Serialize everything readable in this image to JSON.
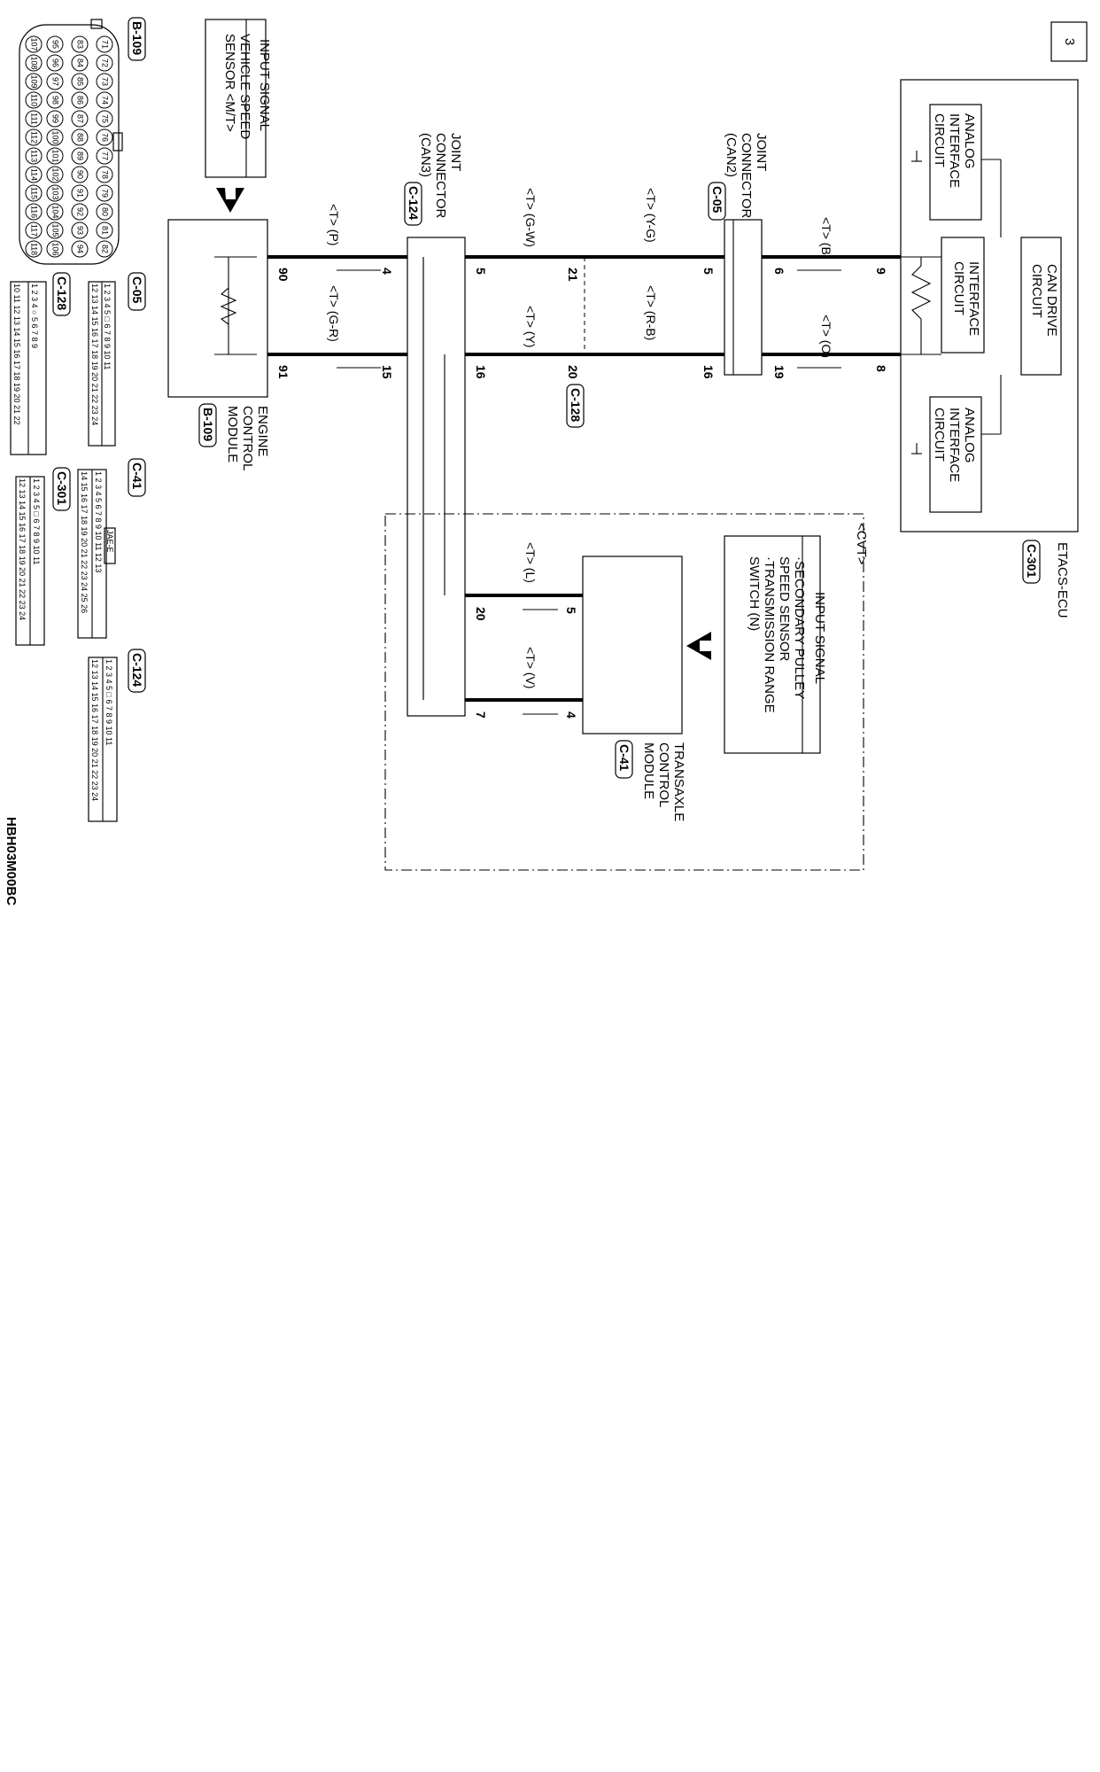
{
  "page_number": "3",
  "diagram_code": "HBH03M00BC",
  "etacs": {
    "name": "ETACS-ECU",
    "connector": "C-301",
    "analog_top": [
      "ANALOG",
      "INTERFACE",
      "CIRCUIT"
    ],
    "interface": [
      "INTERFACE",
      "CIRCUIT"
    ],
    "can_drive": [
      "CAN DRIVE",
      "CIRCUIT"
    ],
    "analog_bottom": [
      "ANALOG",
      "INTERFACE",
      "CIRCUIT"
    ],
    "pin_hi": "9",
    "pin_lo": "8"
  },
  "can2": {
    "lines": [
      "JOINT",
      "CONNECTOR",
      "(CAN2)"
    ],
    "connector": "C-05",
    "pins_right": [
      "6",
      "19"
    ],
    "pins_left": [
      "5",
      "16"
    ]
  },
  "can3": {
    "lines": [
      "JOINT",
      "CONNECTOR",
      "(CAN3)"
    ],
    "connector": "C-124",
    "pins_top": [
      "5",
      "16"
    ],
    "pins_bottom": [
      "4",
      "15"
    ],
    "pins_cvt": [
      "20",
      "7"
    ]
  },
  "c128": {
    "connector": "C-128",
    "pin_hi": "21",
    "pin_lo": "20"
  },
  "ecm": {
    "lines": [
      "ENGINE",
      "CONTROL",
      "MODULE"
    ],
    "connector": "B-109",
    "pin_hi": "90",
    "pin_lo": "91"
  },
  "input_vss": [
    "INPUT SIGNAL",
    "VEHICLE SPEED",
    "SENSOR <M/T>"
  ],
  "cvt": {
    "tag": "<CVT>",
    "input": [
      "INPUT SIGNAL",
      "·SECONDARY PULLEY",
      "SPEED SENSOR",
      "·TRANSMISSION RANGE",
      "SWITCH (N)"
    ],
    "tcm_lines": [
      "TRANSAXLE",
      "CONTROL",
      "MODULE"
    ],
    "tcm_connector": "C-41",
    "pin_hi": "5",
    "pin_lo": "4"
  },
  "wires": {
    "etacs_hi": "<T> (B)",
    "etacs_lo": "<T> (O)",
    "mid_hi": "<T> (Y-G)",
    "mid_lo": "<T> (R-B)",
    "can3_hi": "<T> (G-W)",
    "can3_lo": "<T> (Y)",
    "ecm_hi": "<T> (P)",
    "ecm_lo": "<T> (G-R)",
    "cvt_hi": "<T> (L)",
    "cvt_lo": "<T> (V)"
  },
  "views": {
    "b109": {
      "label": "B-109",
      "rows": [
        [
          "71",
          "72",
          "73",
          "74",
          "75",
          "76",
          "77",
          "78",
          "79",
          "80",
          "81",
          "82"
        ],
        [
          "83",
          "84",
          "85",
          "86",
          "87",
          "88",
          "89",
          "90",
          "91",
          "92",
          "93",
          "94"
        ],
        [
          "95",
          "96",
          "97",
          "98",
          "99",
          "100",
          "101",
          "102",
          "103",
          "104",
          "105",
          "106"
        ],
        [
          "107",
          "108",
          "109",
          "110",
          "111",
          "112",
          "113",
          "114",
          "115",
          "116",
          "117",
          "118"
        ]
      ]
    },
    "c05": {
      "label": "C-05",
      "row1": "1 2 3 4 5 □ 6 7 8 9 10 11",
      "row2": "12 13 14 15 16 17 18 19 20 21 22 23 24"
    },
    "c128": {
      "label": "C-128",
      "row1": "1 2 3 4 ○ 5 6 7 8 9",
      "row2": "10 11 12 13 14 15 16 17 18 19 20 21 22"
    },
    "c41": {
      "label": "C-41",
      "row1": "1 2 3 4 5 6 7 8 9 10 11 12 13",
      "row2": "14 15 16 17 18 19 20 21 22 23 24 25 26",
      "badge": "JAE-E"
    },
    "c301": {
      "label": "C-301",
      "row1": "1 2 3 4 5 □ 6 7 8 9 10 11",
      "row2": "12 13 14 15 16 17 18 19 20 21 22 23 24"
    },
    "c124": {
      "label": "C-124",
      "row1": "1 2 3 4 5 □ 6 7 8 9 10 11",
      "row2": "12 13 14 15 16 17 18 19 20 21 22 23 24"
    }
  }
}
